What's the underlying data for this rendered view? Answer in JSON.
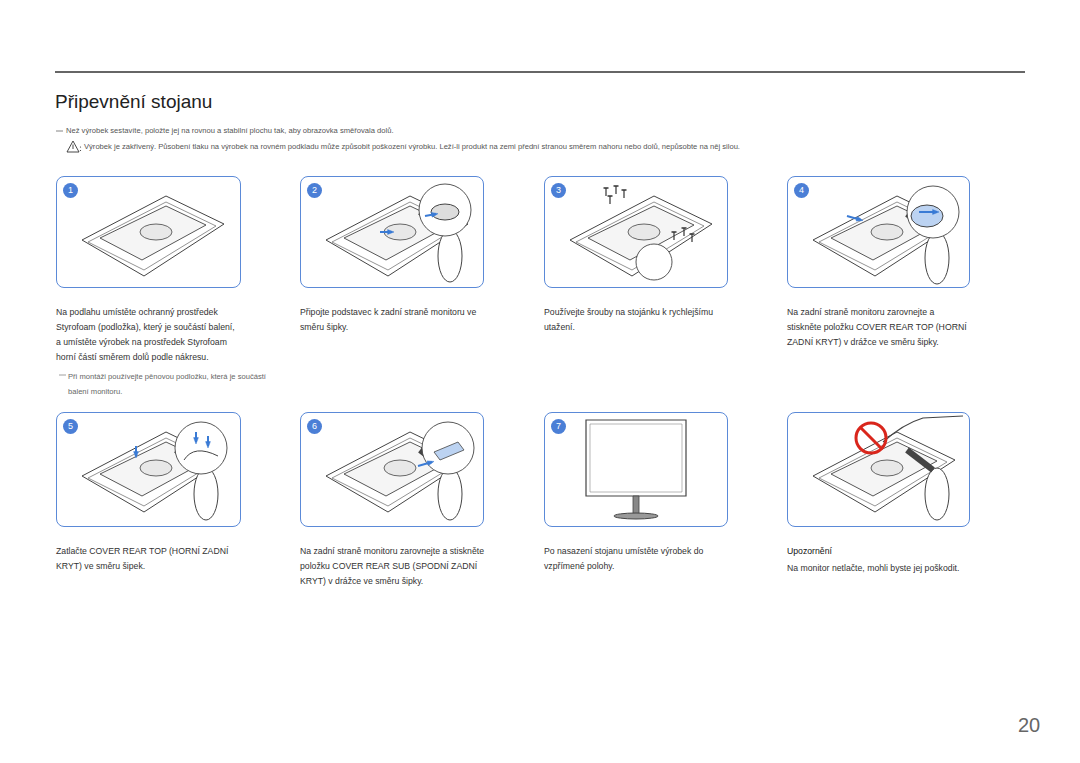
{
  "diagram": {
    "title": "Připevnění stojanu",
    "nodes": [
      {
        "text": [
          "1",
          "Na podlahu umístěte ochranný prostředek Styrofoam (podložka), který je součástí balení, a umístěte výrobek na prostředek Styrofoam horní částí směrem dolů podle nákresu."
        ]
      },
      {
        "text": [
          "2",
          "Připojte podstavec k zadní straně monitoru ve směru šipky."
        ]
      },
      {
        "text": [
          "3",
          "Používejte šrouby na stojánku k rychlejšímu utažení."
        ]
      },
      {
        "text": [
          "4",
          "Na zadní straně monitoru zarovnejte a stiskněte položku COVER REAR TOP (HORNÍ ZADNÍ KRYT) v drážce ve směru šipky."
        ]
      },
      {
        "text": [
          "5",
          "Zatlačte COVER REAR TOP (HORNÍ ZADNÍ KRYT) ve směru šipek."
        ]
      },
      {
        "text": [
          "6",
          "Na zadní straně monitoru zarovnejte a stiskněte položku COVER REAR SUB (SPODNÍ ZADNÍ KRYT) v drážce ve směru šipky."
        ]
      },
      {
        "text": [
          "7",
          "Po nasazení stojanu umístěte výrobek do vzpřímené polohy."
        ]
      },
      {
        "text": [
          "Upozornění",
          "Na monitor netlačte, mohli byste jej poškodit."
        ]
      }
    ],
    "labels": [
      "Než výrobek sestavíte, položte jej na rovnou a stabilní plochu tak, aby obrazovka směřovala dolů.",
      "Výrobek je zakřivený. Působení tlaku na výrobek na rovném podkladu může způsobit poškození výrobku. Leží-li produkt na zemi přední stranou směrem nahoru nebo dolů, nepůsobte na něj silou.",
      "Při montáži používejte pěnovou podložku, která je součástí balení monitoru.",
      "20"
    ]
  }
}
